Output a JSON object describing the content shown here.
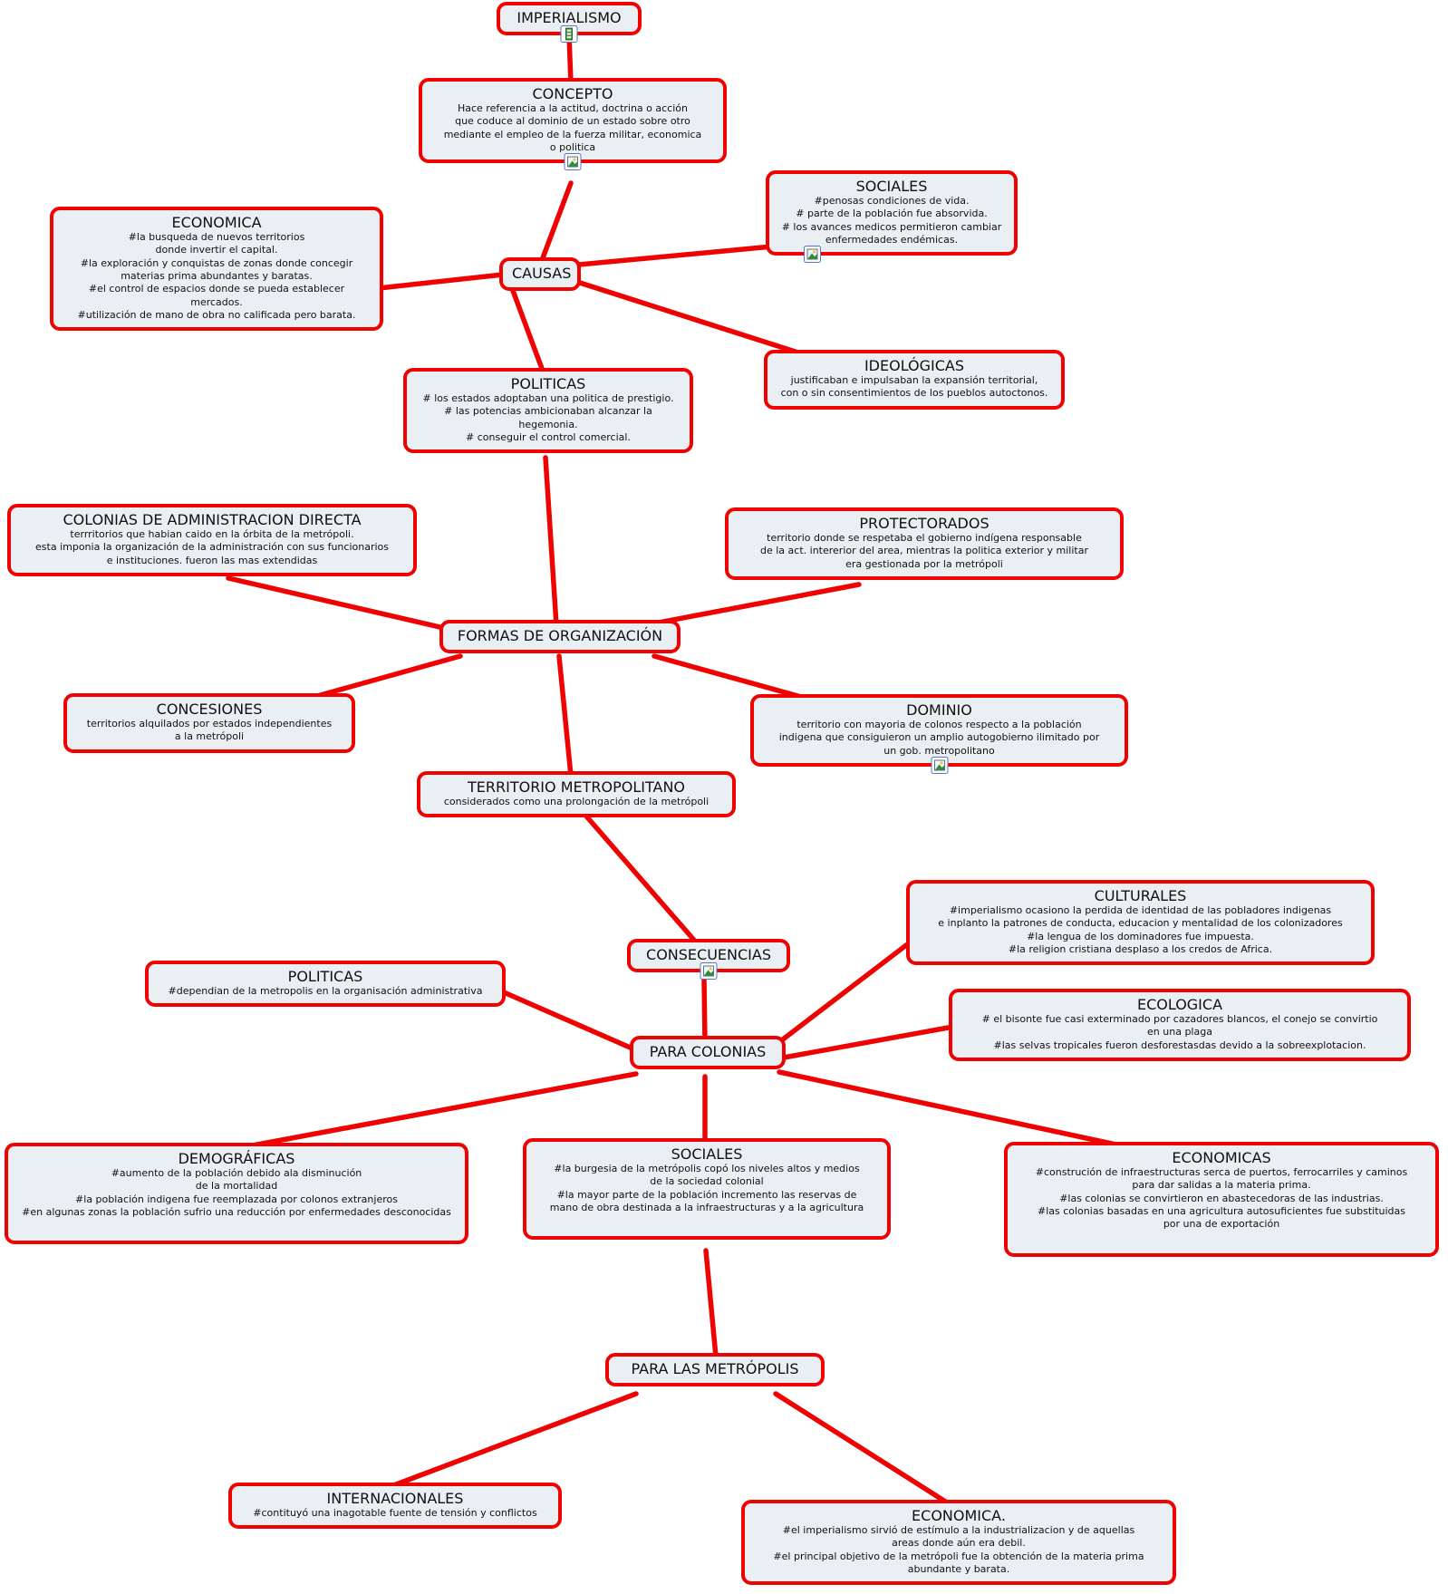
{
  "diagram_title": "IMPERIALISMO",
  "colors": {
    "node_border": "#ee0202",
    "node_fill": "#e9eff2",
    "link": "#ee0202",
    "text": "#111111",
    "background": "#ffffff"
  },
  "nodes": {
    "imperialismo": {
      "title": "IMPERIALISMO"
    },
    "concepto": {
      "title": "CONCEPTO",
      "body": "Hace referencia a la actitud, doctrina o acción\nque coduce al dominio de un estado sobre otro\nmediante el empleo de la fuerza militar, economica\no politica"
    },
    "sociales_causas": {
      "title": "SOCIALES",
      "body": "#penosas condiciones de vida.\n# parte de la población fue absorvida.\n# los avances medicos permitieron cambiar\nenfermedades endémicas."
    },
    "economica_causas": {
      "title": "ECONOMICA",
      "body": "#la busqueda de nuevos territorios\ndonde invertir el capital.\n#la exploración y conquistas de zonas donde concegir\nmaterias prima abundantes y baratas.\n#el control de espacios donde se pueda establecer\nmercados.\n#utilización de mano de obra no calificada pero barata."
    },
    "causas": {
      "title": "CAUSAS"
    },
    "ideologicas": {
      "title": "IDEOLÓGICAS",
      "body": "justificaban e impulsaban la expansión territorial,\ncon o sin consentimientos de los pueblos autoctonos."
    },
    "politicas_causas": {
      "title": "POLITICAS",
      "body": "# los estados adoptaban una politica de prestigio.\n# las potencias ambicionaban alcanzar la hegemonia.\n# conseguir el control comercial."
    },
    "colonias_directa": {
      "title": "COLONIAS DE ADMINISTRACION DIRECTA",
      "body": "terrritorios que habian caido en la órbita de la metrópoli.\nesta imponia la organización de la administración con sus funcionarios\ne instituciones. fueron las mas extendidas"
    },
    "protectorados": {
      "title": "PROTECTORADOS",
      "body": "territorio donde se respetaba el gobierno indígena responsable\nde la act. intererior del area, mientras la politica exterior y militar\nera gestionada por la metrópoli"
    },
    "formas_organizacion": {
      "title": "FORMAS DE ORGANIZACIÓN"
    },
    "concesiones": {
      "title": "CONCESIONES",
      "body": "territorios alquilados por estados independientes\na la metrópoli"
    },
    "dominio": {
      "title": "DOMINIO",
      "body": "territorio con mayoria de colonos respecto a la población\nindigena que consiguieron un amplio autogobierno ilimitado por\nun gob. metropolitano"
    },
    "territorio_metropolitano": {
      "title": "TERRITORIO METROPOLITANO",
      "body": "considerados como una prolongación de la metrópoli"
    },
    "consecuencias": {
      "title": "CONSECUENCIAS"
    },
    "culturales": {
      "title": "CULTURALES",
      "body": "#imperialismo ocasiono la perdida de identidad de las pobladores indigenas\ne inplanto la patrones de conducta, educacion y mentalidad de los colonizadores\n#la lengua de los dominadores fue impuesta.\n#la religion cristiana desplaso a los credos de Africa."
    },
    "politicas_colonias": {
      "title": "POLITICAS",
      "body": "#dependian de la metropolis en la organisación administrativa"
    },
    "ecologica": {
      "title": "ECOLOGICA",
      "body": "# el bisonte fue casi exterminado por cazadores blancos, el conejo se convirtio\nen una plaga\n#las selvas tropicales fueron desforestasdas devido a la sobreexplotacion."
    },
    "para_colonias": {
      "title": "PARA COLONIAS"
    },
    "demograficas": {
      "title": "DEMOGRÁFICAS",
      "body": "#aumento de la población debido ala disminución\nde la mortalidad\n#la población indigena fue reemplazada por colonos extranjeros\n#en algunas zonas la población sufrio una reducción por enfermedades desconocidas"
    },
    "sociales_colonias": {
      "title": "SOCIALES",
      "body": "#la burgesia de la metrópolis copó los niveles altos y medios\nde la sociedad colonial\n#la mayor parte de la población incremento las reservas de\nmano de obra destinada a la infraestructuras y a la agricultura"
    },
    "economicas_colonias": {
      "title": "ECONOMICAS",
      "body": "#construción de infraestructuras serca de puertos, ferrocarriles y caminos\npara dar salidas a la materia prima.\n#las colonias se convirtieron en abastecedoras de las industrias.\n#las colonias basadas en una agricultura autosuficientes fue substituidas\npor una de exportación"
    },
    "para_metropolis": {
      "title": "PARA LAS METRÓPOLIS"
    },
    "internacionales": {
      "title": "INTERNACIONALES",
      "body": "#contituyó una inagotable fuente de tensión y conflictos"
    },
    "economica_metropolis": {
      "title": "ECONOMICA.",
      "body": "#el imperialismo sirvió de estímulo a la industrializacion y de aquellas\nareas donde aún era debil.\n#el principal objetivo de la metrópoli fue la obtención de la materia prima\nabundante y barata."
    }
  },
  "resource_icons": [
    {
      "node": "imperialismo",
      "type": "movie"
    },
    {
      "node": "concepto",
      "type": "image"
    },
    {
      "node": "sociales_causas",
      "type": "image"
    },
    {
      "node": "dominio",
      "type": "image"
    },
    {
      "node": "consecuencias",
      "type": "image"
    }
  ],
  "links": [
    {
      "from": "imperialismo",
      "to": "concepto"
    },
    {
      "from": "concepto",
      "to": "causas"
    },
    {
      "from": "causas",
      "to": "economica_causas"
    },
    {
      "from": "causas",
      "to": "sociales_causas"
    },
    {
      "from": "causas",
      "to": "ideologicas"
    },
    {
      "from": "causas",
      "to": "politicas_causas"
    },
    {
      "from": "politicas_causas",
      "to": "formas_organizacion"
    },
    {
      "from": "colonias_directa",
      "to": "formas_organizacion"
    },
    {
      "from": "protectorados",
      "to": "formas_organizacion"
    },
    {
      "from": "formas_organizacion",
      "to": "concesiones"
    },
    {
      "from": "formas_organizacion",
      "to": "dominio"
    },
    {
      "from": "formas_organizacion",
      "to": "territorio_metropolitano"
    },
    {
      "from": "territorio_metropolitano",
      "to": "consecuencias"
    },
    {
      "from": "consecuencias",
      "to": "para_colonias"
    },
    {
      "from": "para_colonias",
      "to": "culturales"
    },
    {
      "from": "para_colonias",
      "to": "ecologica"
    },
    {
      "from": "para_colonias",
      "to": "politicas_colonias"
    },
    {
      "from": "para_colonias",
      "to": "demograficas"
    },
    {
      "from": "para_colonias",
      "to": "sociales_colonias"
    },
    {
      "from": "para_colonias",
      "to": "economicas_colonias"
    },
    {
      "from": "sociales_colonias",
      "to": "para_metropolis"
    },
    {
      "from": "para_metropolis",
      "to": "internacionales"
    },
    {
      "from": "para_metropolis",
      "to": "economica_metropolis"
    }
  ]
}
